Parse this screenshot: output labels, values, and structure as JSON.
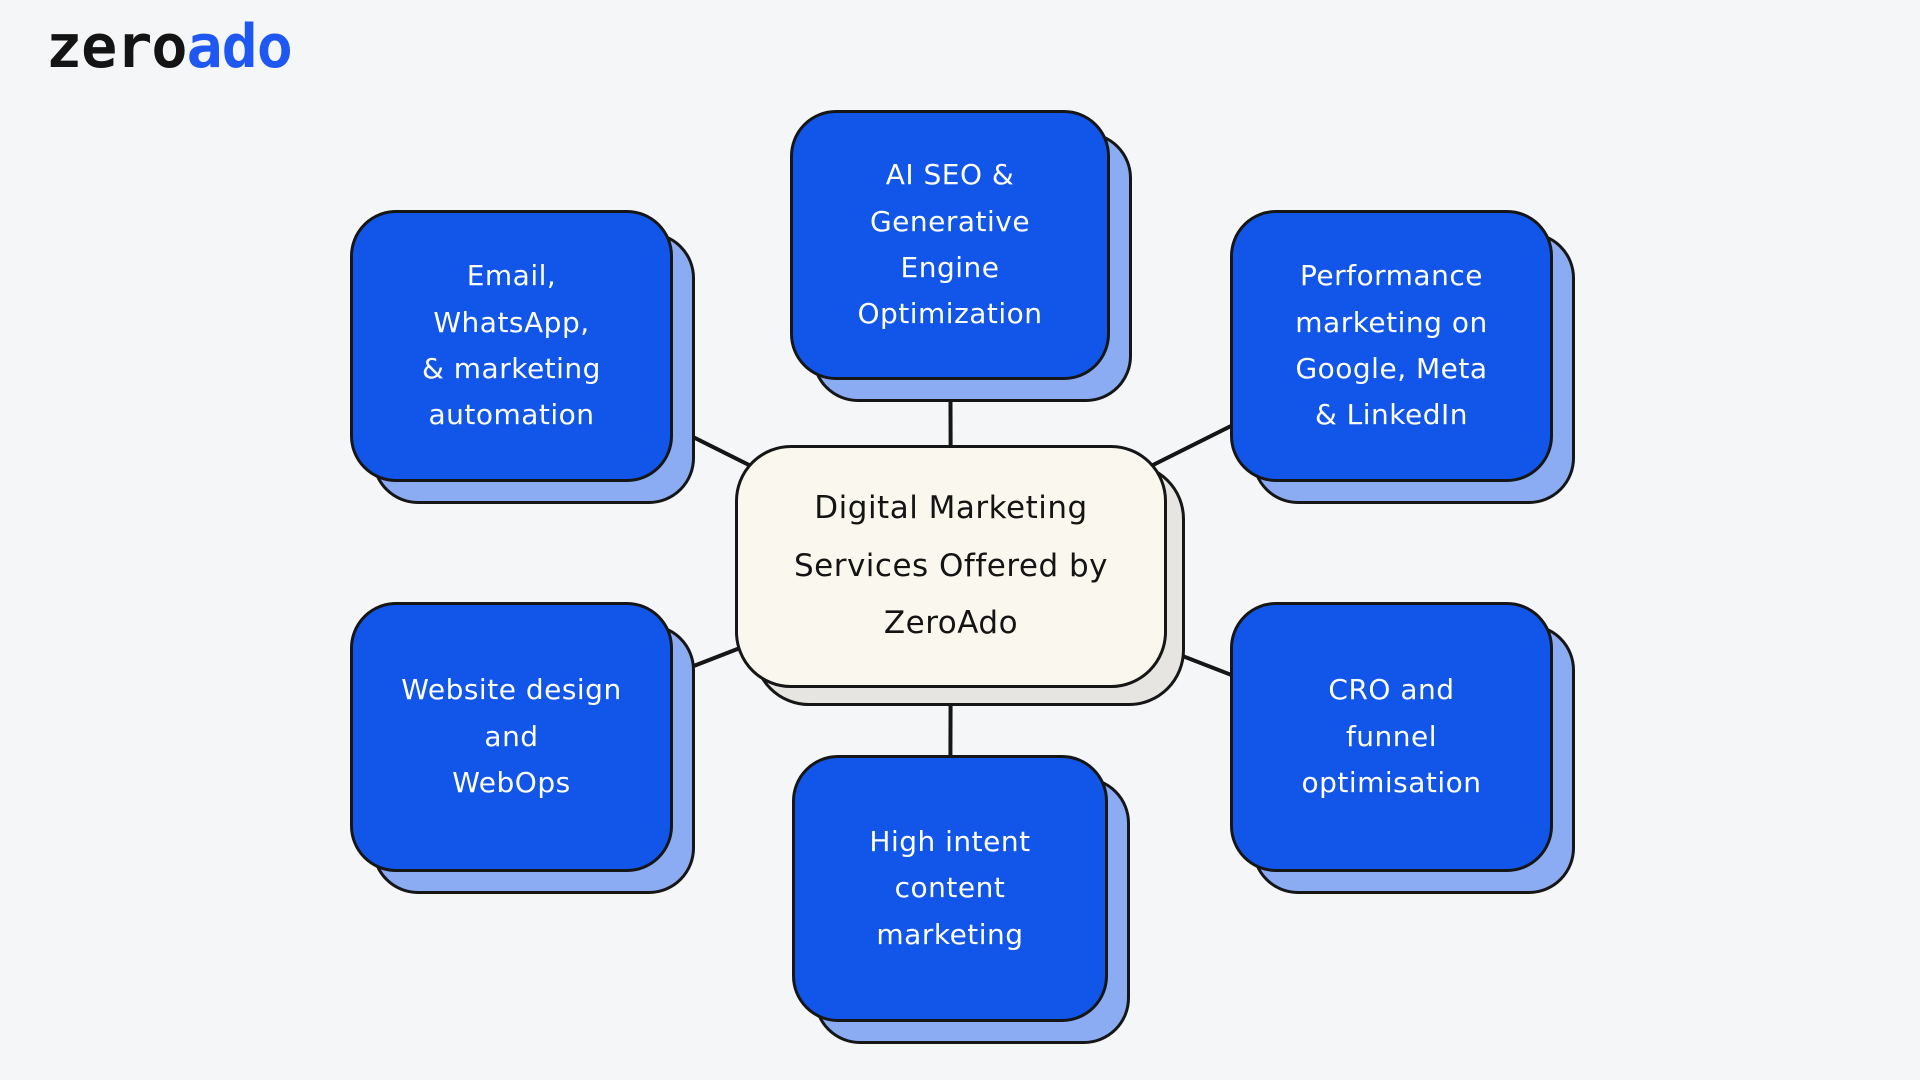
{
  "theme": {
    "background": "#f5f6f8",
    "outline": "#161616",
    "node_fill": "#1156e8",
    "node_shadow": "#8babf2",
    "text_on_blue": "#ffffff",
    "center_fill": "#faf8ee",
    "center_shadow": "#e6e5e2",
    "logo_black": "#141414",
    "logo_blue": "#1e57f2"
  },
  "logo": {
    "prefix": "zero",
    "suffix": "ado"
  },
  "diagram": {
    "center": {
      "label": "Digital Marketing Services Offered by ZeroAdo",
      "lines": [
        "Digital Marketing",
        "Services Offered by",
        "ZeroAdo"
      ]
    },
    "nodes": [
      {
        "id": "email-whatsapp-marketing-automation",
        "label": "Email, WhatsApp, & marketing automation",
        "lines": [
          "Email,",
          "WhatsApp,",
          "& marketing",
          "automation"
        ],
        "position": "top-left"
      },
      {
        "id": "ai-seo-generative-engine-optimization",
        "label": "AI SEO & Generative Engine Optimization",
        "lines": [
          "AI SEO &",
          "Generative",
          "Engine",
          "Optimization"
        ],
        "position": "top-center"
      },
      {
        "id": "performance-marketing-google-meta-linkedin",
        "label": "Performance marketing on Google, Meta & LinkedIn",
        "lines": [
          "Performance",
          "marketing on",
          "Google, Meta",
          "& LinkedIn"
        ],
        "position": "top-right"
      },
      {
        "id": "website-design-webops",
        "label": "Website design and WebOps",
        "lines": [
          "Website design",
          "and",
          "WebOps"
        ],
        "position": "bottom-left"
      },
      {
        "id": "cro-funnel-optimisation",
        "label": "CRO and funnel optimisation",
        "lines": [
          "CRO and",
          "funnel",
          "optimisation"
        ],
        "position": "bottom-right"
      },
      {
        "id": "high-intent-content-marketing",
        "label": "High intent content marketing",
        "lines": [
          "High intent",
          "content",
          "marketing"
        ],
        "position": "bottom-center"
      }
    ]
  }
}
